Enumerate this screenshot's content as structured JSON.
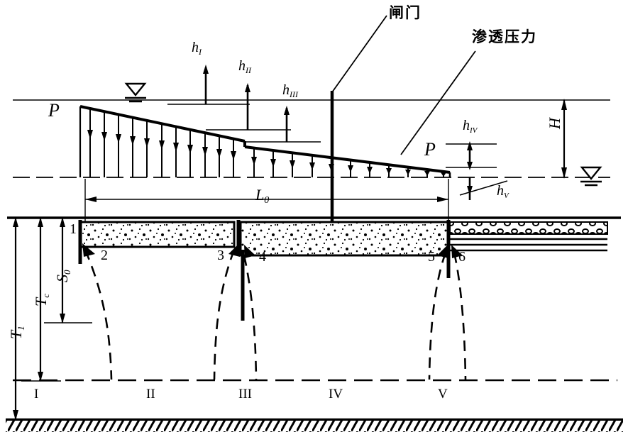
{
  "figure": {
    "title_cn_gate": "闸门",
    "title_cn_seepage": "渗透压力"
  },
  "labels": {
    "p_left": "P",
    "p_right": "P",
    "h1": "h",
    "h1_sub": "I",
    "h2": "h",
    "h2_sub": "II",
    "h3": "h",
    "h3_sub": "III",
    "h4": "h",
    "h4_sub": "IV",
    "h5": "h",
    "h5_sub": "V",
    "H": "H",
    "L0": "L",
    "L0_sub": "0",
    "T1": "T",
    "T1_sub": "1",
    "Tc": "T",
    "Tc_sub": "c",
    "S0": "S",
    "S0_sub": "0"
  },
  "node_numbers": [
    "1",
    "2",
    "3",
    "4",
    "5",
    "6"
  ],
  "zones": [
    "I",
    "II",
    "III",
    "IV",
    "V"
  ],
  "colors": {
    "ink": "#000000",
    "paper": "#ffffff"
  }
}
